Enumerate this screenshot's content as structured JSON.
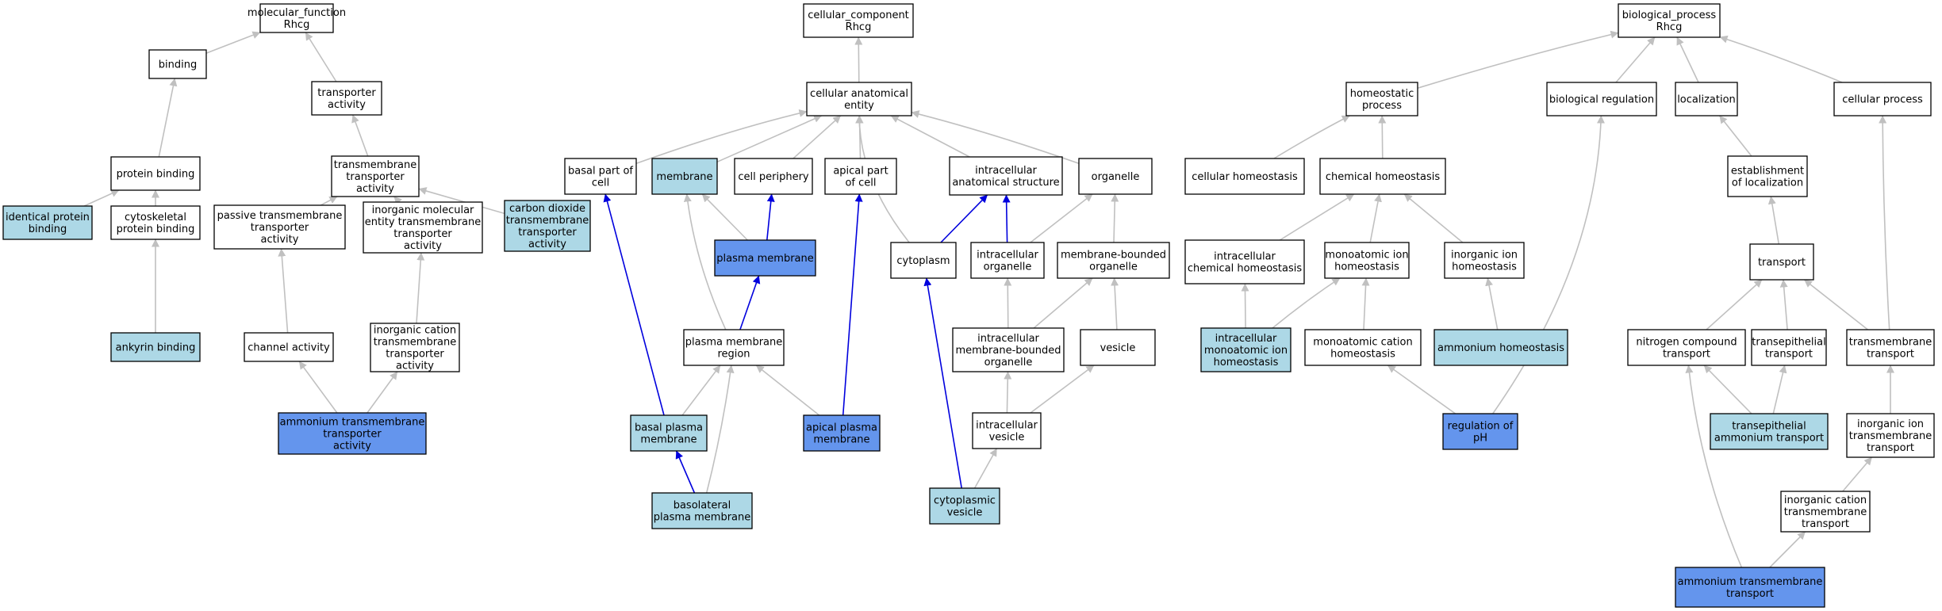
{
  "colors": {
    "plain": "#ffffff",
    "light": "#add8e6",
    "strong": "#6495ed",
    "edge_gray": "#c0c0c0",
    "edge_blue": "#0000dd"
  },
  "nodes": [
    {
      "id": "mf_root",
      "lines": [
        "molecular_function",
        "Rhcg"
      ],
      "fill": "plain"
    },
    {
      "id": "binding",
      "lines": [
        "binding"
      ],
      "fill": "plain"
    },
    {
      "id": "transporter_activity",
      "lines": [
        "transporter",
        "activity"
      ],
      "fill": "plain"
    },
    {
      "id": "protein_binding",
      "lines": [
        "protein binding"
      ],
      "fill": "plain"
    },
    {
      "id": "tm_transporter_activity",
      "lines": [
        "transmembrane",
        "transporter",
        "activity"
      ],
      "fill": "plain"
    },
    {
      "id": "identical_protein_binding",
      "lines": [
        "identical protein",
        "binding"
      ],
      "fill": "light"
    },
    {
      "id": "cytoskeletal_protein_binding",
      "lines": [
        "cytoskeletal",
        "protein binding"
      ],
      "fill": "plain"
    },
    {
      "id": "passive_tm_transporter",
      "lines": [
        "passive transmembrane",
        "transporter",
        "activity"
      ],
      "fill": "plain"
    },
    {
      "id": "inorganic_molecular_entity_tm",
      "lines": [
        "inorganic molecular",
        "entity transmembrane",
        "transporter",
        "activity"
      ],
      "fill": "plain"
    },
    {
      "id": "co2_tm_transporter",
      "lines": [
        "carbon dioxide",
        "transmembrane",
        "transporter",
        "activity"
      ],
      "fill": "light"
    },
    {
      "id": "ankyrin_binding",
      "lines": [
        "ankyrin binding"
      ],
      "fill": "light"
    },
    {
      "id": "channel_activity",
      "lines": [
        "channel activity"
      ],
      "fill": "plain"
    },
    {
      "id": "inorganic_cation_tm_transporter",
      "lines": [
        "inorganic cation",
        "transmembrane",
        "transporter",
        "activity"
      ],
      "fill": "plain"
    },
    {
      "id": "ammonium_tm_transporter_activity",
      "lines": [
        "ammonium transmembrane",
        "transporter",
        "activity"
      ],
      "fill": "strong"
    },
    {
      "id": "cc_root",
      "lines": [
        "cellular_component",
        "Rhcg"
      ],
      "fill": "plain"
    },
    {
      "id": "cellular_anatomical_entity",
      "lines": [
        "cellular anatomical",
        "entity"
      ],
      "fill": "plain"
    },
    {
      "id": "basal_part_of_cell",
      "lines": [
        "basal part of",
        "cell"
      ],
      "fill": "plain"
    },
    {
      "id": "membrane",
      "lines": [
        "membrane"
      ],
      "fill": "light"
    },
    {
      "id": "cell_periphery",
      "lines": [
        "cell periphery"
      ],
      "fill": "plain"
    },
    {
      "id": "apical_part_of_cell",
      "lines": [
        "apical part",
        "of cell"
      ],
      "fill": "plain"
    },
    {
      "id": "intracellular_anatomical_structure",
      "lines": [
        "intracellular",
        "anatomical structure"
      ],
      "fill": "plain"
    },
    {
      "id": "organelle",
      "lines": [
        "organelle"
      ],
      "fill": "plain"
    },
    {
      "id": "plasma_membrane",
      "lines": [
        "plasma membrane"
      ],
      "fill": "strong"
    },
    {
      "id": "cytoplasm",
      "lines": [
        "cytoplasm"
      ],
      "fill": "plain"
    },
    {
      "id": "intracellular_organelle",
      "lines": [
        "intracellular",
        "organelle"
      ],
      "fill": "plain"
    },
    {
      "id": "membrane_bounded_organelle",
      "lines": [
        "membrane-bounded",
        "organelle"
      ],
      "fill": "plain"
    },
    {
      "id": "plasma_membrane_region",
      "lines": [
        "plasma membrane",
        "region"
      ],
      "fill": "plain"
    },
    {
      "id": "intracellular_mb_organelle",
      "lines": [
        "intracellular",
        "membrane-bounded",
        "organelle"
      ],
      "fill": "plain"
    },
    {
      "id": "vesicle",
      "lines": [
        "vesicle"
      ],
      "fill": "plain"
    },
    {
      "id": "basal_plasma_membrane",
      "lines": [
        "basal plasma",
        "membrane"
      ],
      "fill": "light"
    },
    {
      "id": "apical_plasma_membrane",
      "lines": [
        "apical plasma",
        "membrane"
      ],
      "fill": "strong"
    },
    {
      "id": "intracellular_vesicle",
      "lines": [
        "intracellular",
        "vesicle"
      ],
      "fill": "plain"
    },
    {
      "id": "basolateral_plasma_membrane",
      "lines": [
        "basolateral",
        "plasma membrane"
      ],
      "fill": "light"
    },
    {
      "id": "cytoplasmic_vesicle",
      "lines": [
        "cytoplasmic",
        "vesicle"
      ],
      "fill": "light"
    },
    {
      "id": "bp_root",
      "lines": [
        "biological_process",
        "Rhcg"
      ],
      "fill": "plain"
    },
    {
      "id": "homeostatic_process",
      "lines": [
        "homeostatic",
        "process"
      ],
      "fill": "plain"
    },
    {
      "id": "biological_regulation",
      "lines": [
        "biological regulation"
      ],
      "fill": "plain"
    },
    {
      "id": "localization",
      "lines": [
        "localization"
      ],
      "fill": "plain"
    },
    {
      "id": "cellular_process",
      "lines": [
        "cellular process"
      ],
      "fill": "plain"
    },
    {
      "id": "cellular_homeostasis",
      "lines": [
        "cellular homeostasis"
      ],
      "fill": "plain"
    },
    {
      "id": "chemical_homeostasis",
      "lines": [
        "chemical homeostasis"
      ],
      "fill": "plain"
    },
    {
      "id": "establishment_of_localization",
      "lines": [
        "establishment",
        "of localization"
      ],
      "fill": "plain"
    },
    {
      "id": "intracellular_chemical_homeostasis",
      "lines": [
        "intracellular",
        "chemical homeostasis"
      ],
      "fill": "plain"
    },
    {
      "id": "monoatomic_ion_homeostasis",
      "lines": [
        "monoatomic ion",
        "homeostasis"
      ],
      "fill": "plain"
    },
    {
      "id": "inorganic_ion_homeostasis",
      "lines": [
        "inorganic ion",
        "homeostasis"
      ],
      "fill": "plain"
    },
    {
      "id": "transport",
      "lines": [
        "transport"
      ],
      "fill": "plain"
    },
    {
      "id": "intracellular_monoatomic_ion_homeostasis",
      "lines": [
        "intracellular",
        "monoatomic ion",
        "homeostasis"
      ],
      "fill": "light"
    },
    {
      "id": "monoatomic_cation_homeostasis",
      "lines": [
        "monoatomic cation",
        "homeostasis"
      ],
      "fill": "plain"
    },
    {
      "id": "ammonium_homeostasis",
      "lines": [
        "ammonium homeostasis"
      ],
      "fill": "light"
    },
    {
      "id": "nitrogen_compound_transport",
      "lines": [
        "nitrogen compound",
        "transport"
      ],
      "fill": "plain"
    },
    {
      "id": "transepithelial_transport",
      "lines": [
        "transepithelial",
        "transport"
      ],
      "fill": "plain"
    },
    {
      "id": "transmembrane_transport",
      "lines": [
        "transmembrane",
        "transport"
      ],
      "fill": "plain"
    },
    {
      "id": "regulation_of_ph",
      "lines": [
        "regulation of",
        "pH"
      ],
      "fill": "strong"
    },
    {
      "id": "transepithelial_ammonium_transport",
      "lines": [
        "transepithelial",
        "ammonium transport"
      ],
      "fill": "light"
    },
    {
      "id": "inorganic_ion_tm_transport",
      "lines": [
        "inorganic ion",
        "transmembrane",
        "transport"
      ],
      "fill": "plain"
    },
    {
      "id": "inorganic_cation_tm_transport",
      "lines": [
        "inorganic cation",
        "transmembrane",
        "transport"
      ],
      "fill": "plain"
    },
    {
      "id": "ammonium_tm_transport",
      "lines": [
        "ammonium transmembrane",
        "transport"
      ],
      "fill": "strong"
    }
  ],
  "edges": [
    {
      "from": "binding",
      "to": "mf_root",
      "color": "gray"
    },
    {
      "from": "transporter_activity",
      "to": "mf_root",
      "color": "gray"
    },
    {
      "from": "protein_binding",
      "to": "binding",
      "color": "gray"
    },
    {
      "from": "tm_transporter_activity",
      "to": "transporter_activity",
      "color": "gray"
    },
    {
      "from": "identical_protein_binding",
      "to": "protein_binding",
      "color": "gray"
    },
    {
      "from": "cytoskeletal_protein_binding",
      "to": "protein_binding",
      "color": "gray"
    },
    {
      "from": "passive_tm_transporter",
      "to": "tm_transporter_activity",
      "color": "gray"
    },
    {
      "from": "inorganic_molecular_entity_tm",
      "to": "tm_transporter_activity",
      "color": "gray"
    },
    {
      "from": "co2_tm_transporter",
      "to": "tm_transporter_activity",
      "color": "gray"
    },
    {
      "from": "ankyrin_binding",
      "to": "cytoskeletal_protein_binding",
      "color": "gray"
    },
    {
      "from": "channel_activity",
      "to": "passive_tm_transporter",
      "color": "gray"
    },
    {
      "from": "inorganic_cation_tm_transporter",
      "to": "inorganic_molecular_entity_tm",
      "color": "gray"
    },
    {
      "from": "ammonium_tm_transporter_activity",
      "to": "channel_activity",
      "color": "gray"
    },
    {
      "from": "ammonium_tm_transporter_activity",
      "to": "inorganic_cation_tm_transporter",
      "color": "gray"
    },
    {
      "from": "cellular_anatomical_entity",
      "to": "cc_root",
      "color": "gray"
    },
    {
      "from": "basal_part_of_cell",
      "to": "cellular_anatomical_entity",
      "color": "gray"
    },
    {
      "from": "membrane",
      "to": "cellular_anatomical_entity",
      "color": "gray"
    },
    {
      "from": "cell_periphery",
      "to": "cellular_anatomical_entity",
      "color": "gray"
    },
    {
      "from": "apical_part_of_cell",
      "to": "cellular_anatomical_entity",
      "color": "gray"
    },
    {
      "from": "intracellular_anatomical_structure",
      "to": "cellular_anatomical_entity",
      "color": "gray"
    },
    {
      "from": "organelle",
      "to": "cellular_anatomical_entity",
      "color": "gray"
    },
    {
      "from": "cytoplasm",
      "to": "cellular_anatomical_entity",
      "color": "gray"
    },
    {
      "from": "plasma_membrane",
      "to": "membrane",
      "color": "gray"
    },
    {
      "from": "plasma_membrane",
      "to": "cell_periphery",
      "color": "blue"
    },
    {
      "from": "cytoplasm",
      "to": "intracellular_anatomical_structure",
      "color": "blue"
    },
    {
      "from": "intracellular_organelle",
      "to": "intracellular_anatomical_structure",
      "color": "blue"
    },
    {
      "from": "intracellular_organelle",
      "to": "organelle",
      "color": "gray"
    },
    {
      "from": "membrane_bounded_organelle",
      "to": "organelle",
      "color": "gray"
    },
    {
      "from": "plasma_membrane_region",
      "to": "plasma_membrane",
      "color": "blue"
    },
    {
      "from": "plasma_membrane_region",
      "to": "membrane",
      "color": "gray"
    },
    {
      "from": "intracellular_mb_organelle",
      "to": "intracellular_organelle",
      "color": "gray"
    },
    {
      "from": "intracellular_mb_organelle",
      "to": "membrane_bounded_organelle",
      "color": "gray"
    },
    {
      "from": "vesicle",
      "to": "membrane_bounded_organelle",
      "color": "gray"
    },
    {
      "from": "basal_plasma_membrane",
      "to": "plasma_membrane_region",
      "color": "gray"
    },
    {
      "from": "basal_plasma_membrane",
      "to": "basal_part_of_cell",
      "color": "blue"
    },
    {
      "from": "apical_plasma_membrane",
      "to": "plasma_membrane_region",
      "color": "gray"
    },
    {
      "from": "apical_plasma_membrane",
      "to": "apical_part_of_cell",
      "color": "blue"
    },
    {
      "from": "intracellular_vesicle",
      "to": "intracellular_mb_organelle",
      "color": "gray"
    },
    {
      "from": "intracellular_vesicle",
      "to": "vesicle",
      "color": "gray"
    },
    {
      "from": "basolateral_plasma_membrane",
      "to": "basal_plasma_membrane",
      "color": "blue"
    },
    {
      "from": "basolateral_plasma_membrane",
      "to": "plasma_membrane_region",
      "color": "gray"
    },
    {
      "from": "cytoplasmic_vesicle",
      "to": "intracellular_vesicle",
      "color": "gray"
    },
    {
      "from": "cytoplasmic_vesicle",
      "to": "cytoplasm",
      "color": "blue"
    },
    {
      "from": "homeostatic_process",
      "to": "bp_root",
      "color": "gray"
    },
    {
      "from": "biological_regulation",
      "to": "bp_root",
      "color": "gray"
    },
    {
      "from": "localization",
      "to": "bp_root",
      "color": "gray"
    },
    {
      "from": "cellular_process",
      "to": "bp_root",
      "color": "gray"
    },
    {
      "from": "cellular_homeostasis",
      "to": "homeostatic_process",
      "color": "gray"
    },
    {
      "from": "chemical_homeostasis",
      "to": "homeostatic_process",
      "color": "gray"
    },
    {
      "from": "establishment_of_localization",
      "to": "localization",
      "color": "gray"
    },
    {
      "from": "intracellular_chemical_homeostasis",
      "to": "chemical_homeostasis",
      "color": "gray"
    },
    {
      "from": "monoatomic_ion_homeostasis",
      "to": "chemical_homeostasis",
      "color": "gray"
    },
    {
      "from": "inorganic_ion_homeostasis",
      "to": "chemical_homeostasis",
      "color": "gray"
    },
    {
      "from": "transport",
      "to": "establishment_of_localization",
      "color": "gray"
    },
    {
      "from": "intracellular_monoatomic_ion_homeostasis",
      "to": "intracellular_chemical_homeostasis",
      "color": "gray"
    },
    {
      "from": "intracellular_monoatomic_ion_homeostasis",
      "to": "monoatomic_ion_homeostasis",
      "color": "gray"
    },
    {
      "from": "monoatomic_cation_homeostasis",
      "to": "monoatomic_ion_homeostasis",
      "color": "gray"
    },
    {
      "from": "ammonium_homeostasis",
      "to": "inorganic_ion_homeostasis",
      "color": "gray"
    },
    {
      "from": "regulation_of_ph",
      "to": "monoatomic_cation_homeostasis",
      "color": "gray"
    },
    {
      "from": "regulation_of_ph",
      "to": "biological_regulation",
      "color": "gray"
    },
    {
      "from": "nitrogen_compound_transport",
      "to": "transport",
      "color": "gray"
    },
    {
      "from": "transepithelial_transport",
      "to": "transport",
      "color": "gray"
    },
    {
      "from": "transmembrane_transport",
      "to": "transport",
      "color": "gray"
    },
    {
      "from": "transmembrane_transport",
      "to": "cellular_process",
      "color": "gray"
    },
    {
      "from": "transepithelial_ammonium_transport",
      "to": "nitrogen_compound_transport",
      "color": "gray"
    },
    {
      "from": "transepithelial_ammonium_transport",
      "to": "transepithelial_transport",
      "color": "gray"
    },
    {
      "from": "inorganic_ion_tm_transport",
      "to": "transmembrane_transport",
      "color": "gray"
    },
    {
      "from": "inorganic_cation_tm_transport",
      "to": "inorganic_ion_tm_transport",
      "color": "gray"
    },
    {
      "from": "ammonium_tm_transport",
      "to": "inorganic_cation_tm_transport",
      "color": "gray"
    },
    {
      "from": "ammonium_tm_transport",
      "to": "nitrogen_compound_transport",
      "color": "gray"
    }
  ]
}
